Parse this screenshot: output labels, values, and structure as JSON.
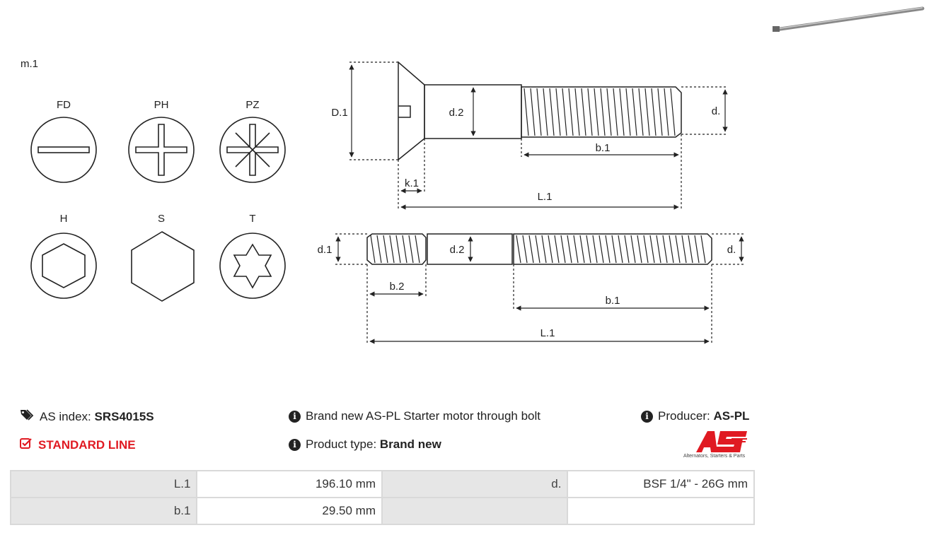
{
  "diagram": {
    "model_label": "m.1",
    "heads": [
      {
        "code": "FD",
        "icon": "slotted-head-icon"
      },
      {
        "code": "PH",
        "icon": "phillips-head-icon"
      },
      {
        "code": "PZ",
        "icon": "pozidriv-head-icon"
      },
      {
        "code": "H",
        "icon": "hex-socket-head-icon"
      },
      {
        "code": "S",
        "icon": "hex-head-icon"
      },
      {
        "code": "T",
        "icon": "torx-head-icon"
      }
    ],
    "screw_labels": {
      "D1": "D.1",
      "d2": "d.2",
      "d": "d.",
      "b1": "b.1",
      "k1": "k.1",
      "L1": "L.1"
    },
    "stud_labels": {
      "d1": "d.1",
      "d2": "d.2",
      "d": "d.",
      "b2": "b.2",
      "b1": "b.1",
      "L1": "L.1"
    }
  },
  "info": {
    "index_label": "AS index:",
    "index_value": "SRS4015S",
    "line_label": "STANDARD LINE",
    "description": "Brand new AS-PL Starter motor through bolt",
    "product_type_label": "Product type:",
    "product_type_value": "Brand new",
    "producer_label": "Producer:",
    "producer_value": "AS-PL",
    "logo_caption": "Alternators, Starters & Parts",
    "brand_color": "#e01a22"
  },
  "specs": [
    {
      "label": "L.1",
      "value": "196.10 mm",
      "label2": "d.",
      "value2": "BSF 1/4\" - 26G mm"
    },
    {
      "label": "b.1",
      "value": "29.50 mm",
      "label2": "",
      "value2": ""
    }
  ]
}
